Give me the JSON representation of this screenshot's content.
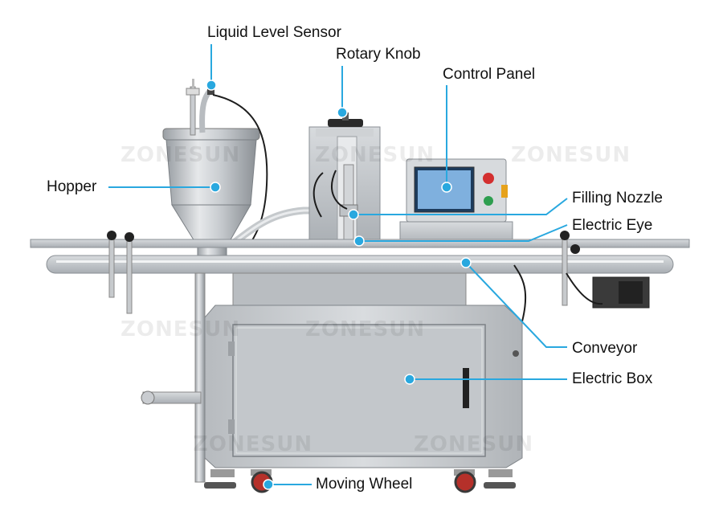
{
  "brand_watermark": "ZONESUN",
  "accent_color": "#29a8df",
  "labels": {
    "liquid_level_sensor": "Liquid Level Sensor",
    "rotary_knob": "Rotary Knob",
    "control_panel": "Control Panel",
    "hopper": "Hopper",
    "filling_nozzle": "Filling Nozzle",
    "electric_eye": "Electric Eye",
    "conveyor": "Conveyor",
    "electric_box": "Electric Box",
    "moving_wheel": "Moving Wheel"
  }
}
